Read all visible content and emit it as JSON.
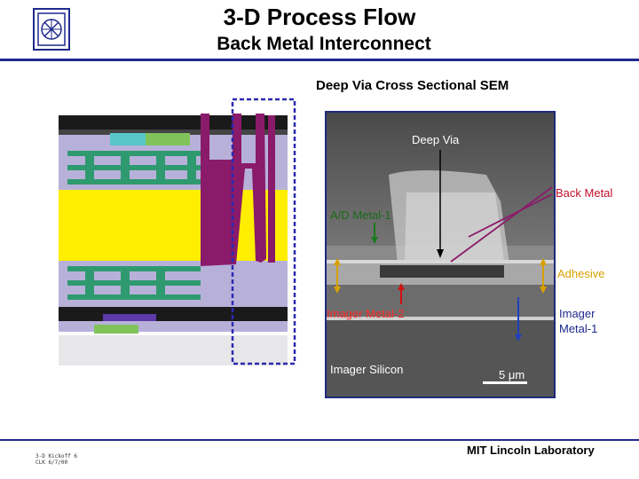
{
  "header": {
    "title": "3-D Process Flow",
    "subtitle": "Back Metal Interconnect"
  },
  "sem": {
    "title": "Deep Via Cross Sectional SEM",
    "labels": {
      "deep_via": "Deep Via",
      "back_metal": "Back Metal",
      "ad_metal": "A/D Metal-1",
      "adhesive": "Adhesive",
      "imager_metal2": "Imager Metal-2",
      "imager_metal1_line1": "Imager",
      "imager_metal1_line2": "Metal-1",
      "imager_silicon": "Imager Silicon",
      "scale": "5 μm"
    }
  },
  "colors": {
    "silicon_yellow": "#ffee00",
    "oxide_lavender": "#b7b1da",
    "metal_green": "#2f9a6f",
    "via_purple": "#8a1a6a",
    "highlight_box": "#2a2ab0"
  },
  "footer": {
    "left_line1": "3-D Kickoff 6",
    "left_line2": "CLK 6/7/00",
    "right": "MIT Lincoln Laboratory"
  }
}
